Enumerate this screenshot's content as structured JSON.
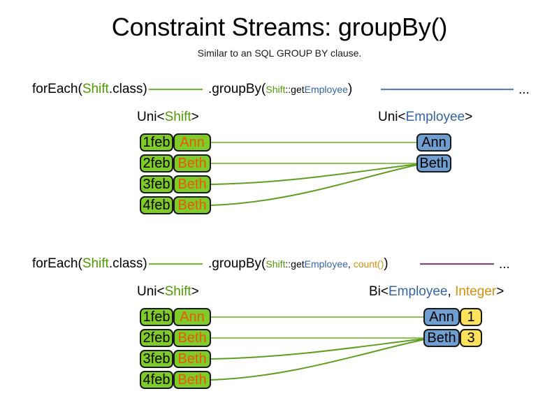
{
  "header": {
    "title": "Constraint Streams: groupBy()",
    "subtitle": "Similar to an SQL GROUP BY clause."
  },
  "colors": {
    "shift_green": "#7fcb2a",
    "employee_blue": "#6f9fd0",
    "count_yellow": "#fbe25c",
    "token_green": "#4f9a00",
    "token_blue": "#3465a4",
    "token_gold": "#d4900b",
    "name_orange": "#e8590c",
    "connector_green": "#7cb342",
    "connector_blue": "#5b7fb5",
    "connector_purple": "#7a4e7a",
    "border_dark": "#1a1a1a"
  },
  "rows": [
    {
      "id": "row-groupby",
      "code": {
        "foreach": {
          "prefix": "forEach(",
          "type": "Shift",
          "suffix": ".class)"
        },
        "connector1_color": "#7cb342",
        "groupby": {
          "prefix": ".groupBy(",
          "arg_class": "Shift",
          "arg_method": "::get",
          "arg_property": "Employee",
          "suffix": ")"
        },
        "connector2_color": "#5b7fb5",
        "ellipsis": "..."
      },
      "left_type": {
        "outer": "Uni<",
        "generic": "Shift",
        "close": ">"
      },
      "right_type": {
        "outer": "Uni<",
        "generic": "Employee",
        "close": ">"
      },
      "left_items": [
        {
          "date": "1feb",
          "name": "Ann"
        },
        {
          "date": "2feb",
          "name": "Beth"
        },
        {
          "date": "3feb",
          "name": "Beth"
        },
        {
          "date": "4feb",
          "name": "Beth"
        }
      ],
      "right_items": [
        {
          "employee": "Ann",
          "count": null
        },
        {
          "employee": "Beth",
          "count": null
        }
      ],
      "links": [
        {
          "from": 0,
          "to": 0
        },
        {
          "from": 1,
          "to": 1
        },
        {
          "from": 2,
          "to": 1
        },
        {
          "from": 3,
          "to": 1
        }
      ]
    },
    {
      "id": "row-groupby-count",
      "code": {
        "foreach": {
          "prefix": "forEach(",
          "type": "Shift",
          "suffix": ".class)"
        },
        "connector1_color": "#7cb342",
        "groupby": {
          "prefix": ".groupBy(",
          "arg_class": "Shift",
          "arg_method": "::get",
          "arg_property": "Employee",
          "arg_separator": ", ",
          "arg_collector": "count()",
          "suffix": ")"
        },
        "connector2_color": "#7a4e7a",
        "ellipsis": "..."
      },
      "left_type": {
        "outer": "Uni<",
        "generic": "Shift",
        "close": ">"
      },
      "right_type": {
        "outer": "Bi<",
        "generic": "Employee",
        "separator": ", ",
        "generic2": "Integer",
        "close": ">"
      },
      "left_items": [
        {
          "date": "1feb",
          "name": "Ann"
        },
        {
          "date": "2feb",
          "name": "Beth"
        },
        {
          "date": "3feb",
          "name": "Beth"
        },
        {
          "date": "4feb",
          "name": "Beth"
        }
      ],
      "right_items": [
        {
          "employee": "Ann",
          "count": "1"
        },
        {
          "employee": "Beth",
          "count": "3"
        }
      ],
      "links": [
        {
          "from": 0,
          "to": 0
        },
        {
          "from": 1,
          "to": 1
        },
        {
          "from": 2,
          "to": 1
        },
        {
          "from": 3,
          "to": 1
        }
      ]
    }
  ]
}
